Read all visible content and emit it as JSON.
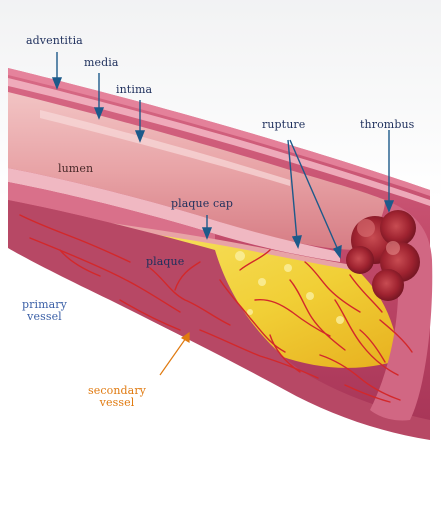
{
  "labels": {
    "adventitia": "adventitia",
    "media": "media",
    "intima": "intima",
    "lumen": "lumen",
    "plaque_cap": "plaque cap",
    "plaque": "plaque",
    "rupture": "rupture",
    "thrombus": "thrombus",
    "primary_vessel": [
      "primary",
      "vessel"
    ],
    "secondary_vessel": [
      "secondary",
      "vessel"
    ]
  },
  "colors": {
    "pointer_arrow": "#1d5a8a",
    "secondary_vessel_label": "#e07a10",
    "primary_vessel_label": "#3a5fa6",
    "lumen": "#e8a3a6",
    "plaque": "#f3d640",
    "outer_wall": "#c94d6e",
    "thrombus": "#9c1f2a"
  }
}
